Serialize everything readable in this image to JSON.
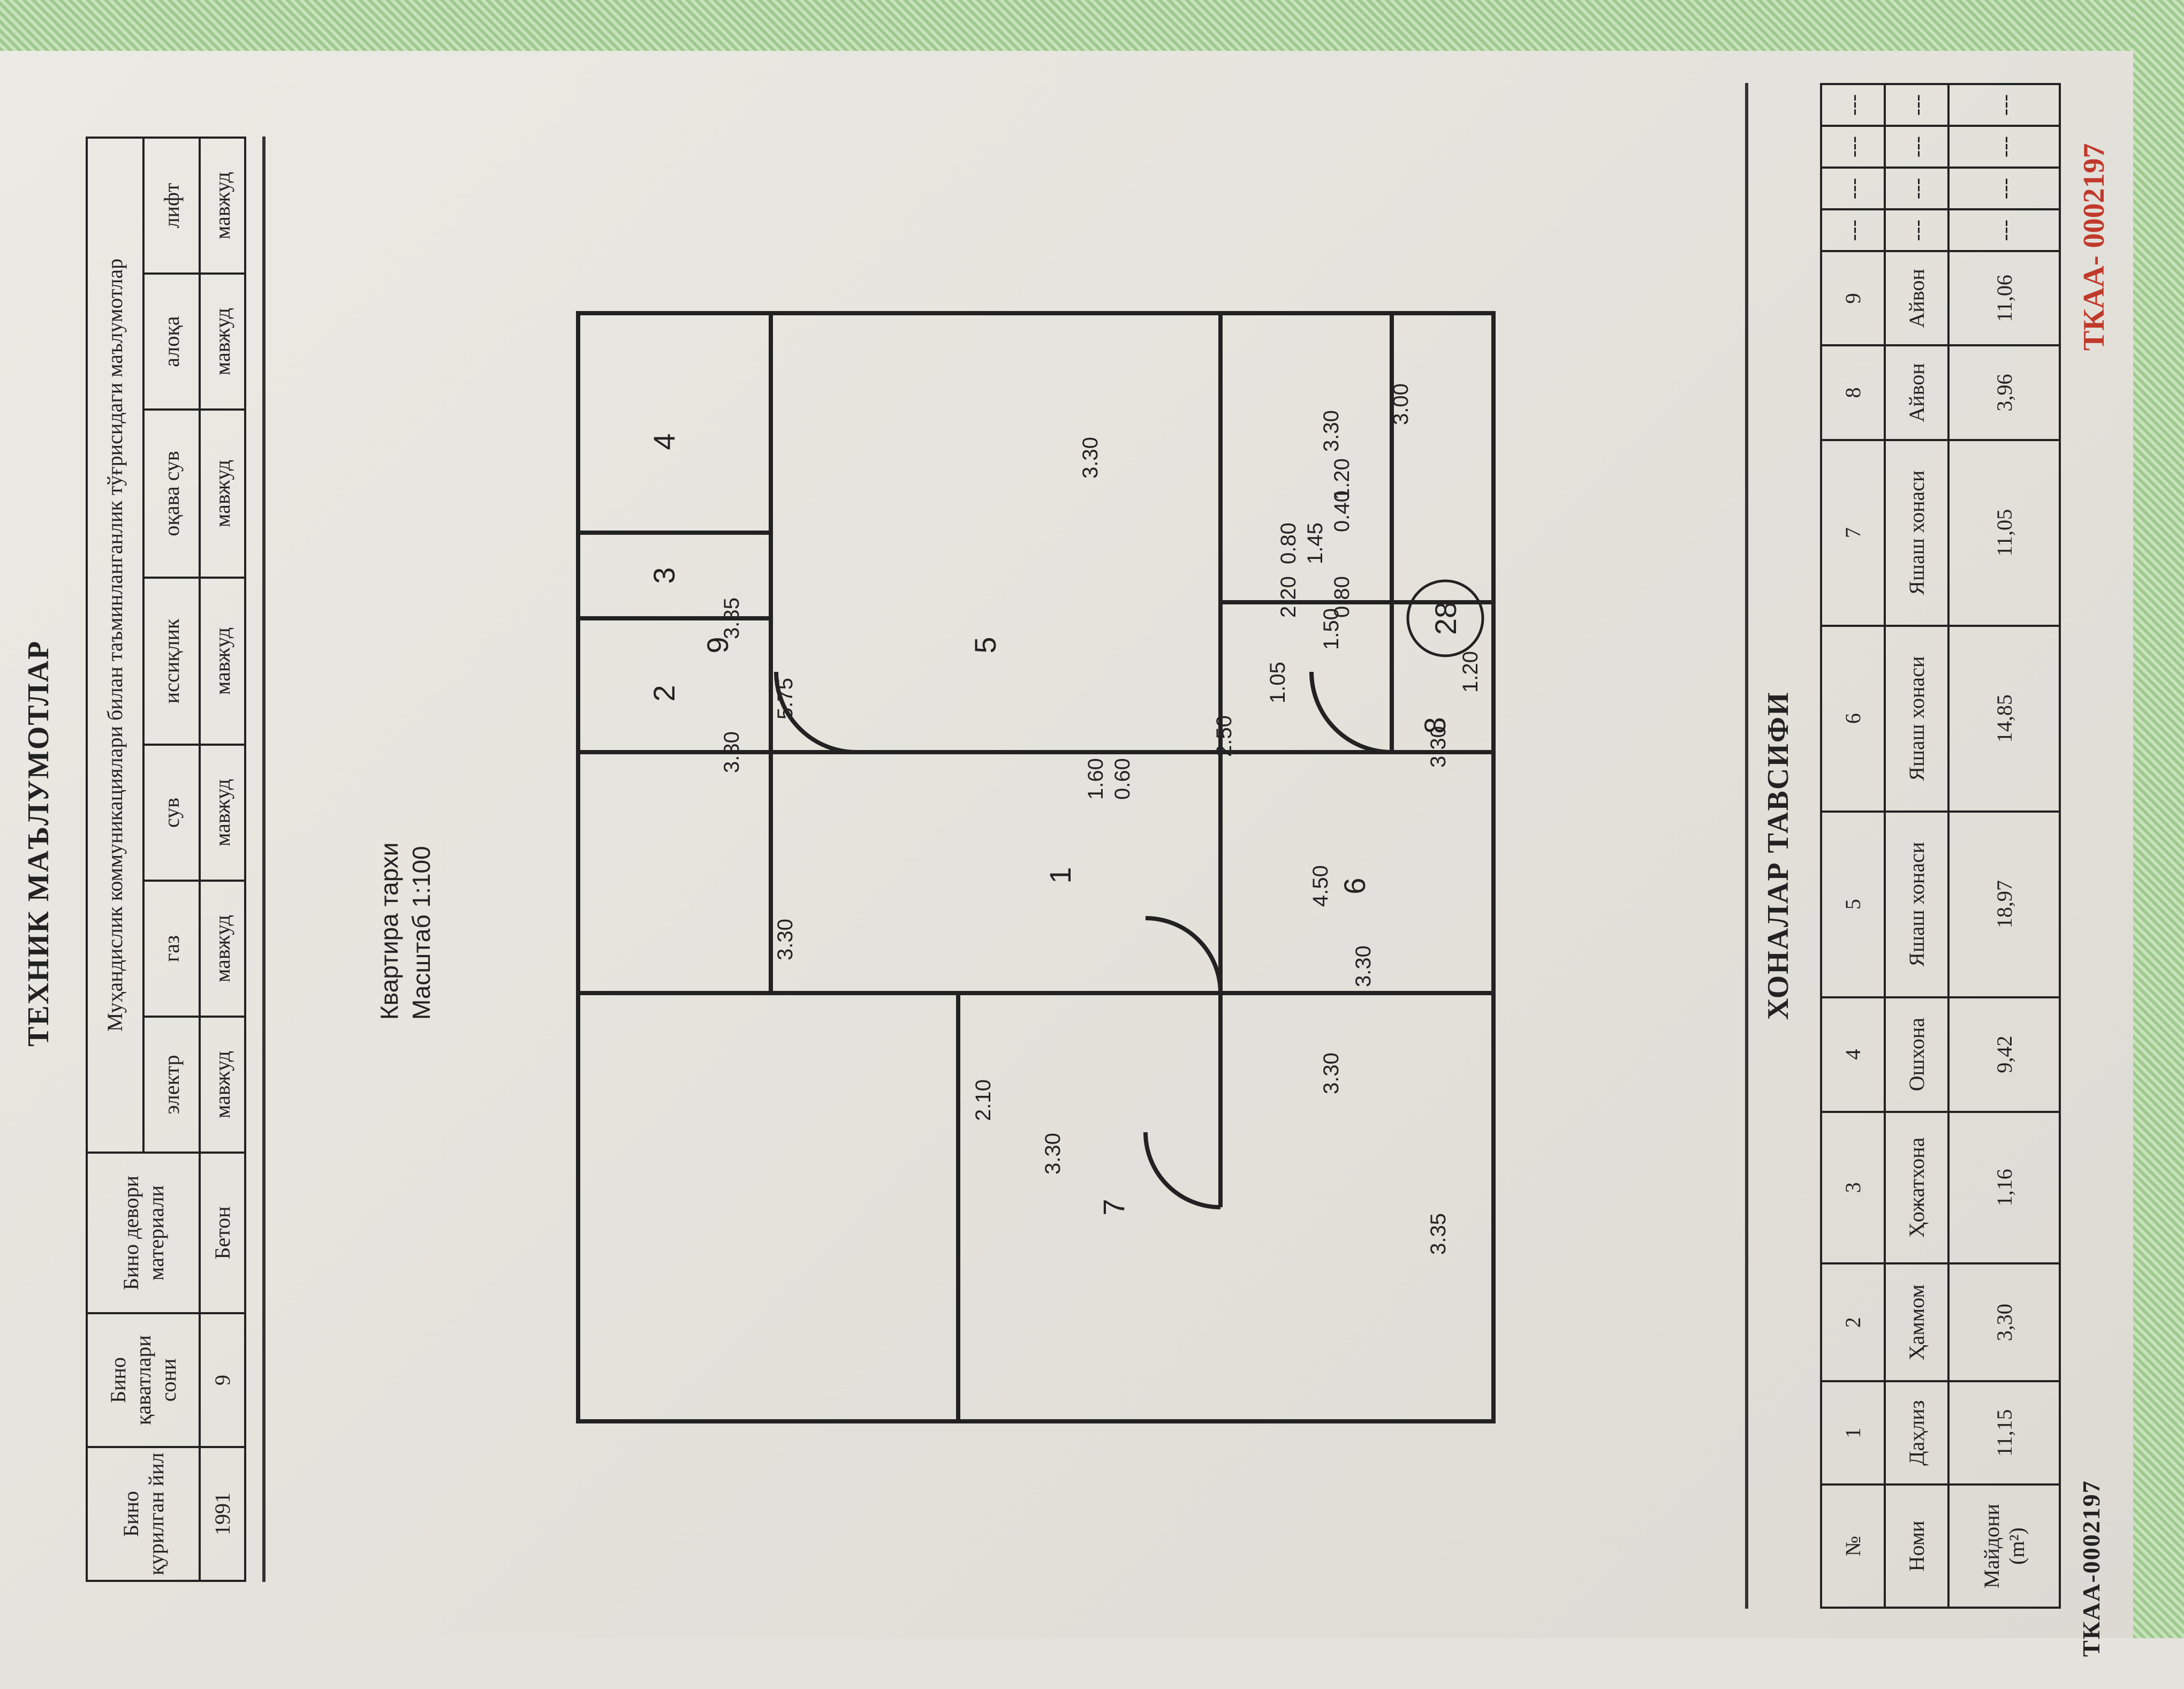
{
  "tech": {
    "heading": "ТЕХНИК МАЪЛУМОТЛАР",
    "col_year": "Бино қурилган йил",
    "col_floors": "Бино қаватлари сони",
    "col_material": "Бино девори материали",
    "comm_title": "Муҳандислик коммуникациялари билан таъминланганлик тўғрисидаги маълумотлар",
    "utilities": [
      "электр",
      "газ",
      "сув",
      "иссиқлик",
      "оқава сув",
      "алоқа",
      "лифт"
    ],
    "year": "1991",
    "floors": "9",
    "material": "Бетон",
    "utility_values": [
      "мавжуд",
      "мавжуд",
      "мавжуд",
      "мавжуд",
      "мавжуд",
      "мавжуд",
      "мавжуд"
    ]
  },
  "plan": {
    "title": "Квартира тархи",
    "scale": "Масштаб 1:100",
    "apartment_no": "28",
    "rooms": [
      "1",
      "2",
      "3",
      "4",
      "5",
      "6",
      "7",
      "8",
      "9"
    ],
    "dims": [
      "3.30",
      "2.10",
      "1.60",
      "0.60",
      "2.50",
      "1.05",
      "1.50",
      "2.20",
      "0.80",
      "1.45",
      "0.80",
      "0.40",
      "1.20",
      "3.30",
      "3.00",
      "3.30",
      "3.35",
      "3.30",
      "5.75",
      "3.30",
      "4.50",
      "3.30",
      "3.30",
      "1.20",
      "3.35",
      "3.30"
    ]
  },
  "rooms_table": {
    "heading": "ХОНАЛАР ТАВСИФИ",
    "header_no": "№",
    "header_name": "Номи",
    "header_area": "Майдони (m²)",
    "rows": [
      {
        "no": "1",
        "name": "Даҳлиз",
        "area": "11,15"
      },
      {
        "no": "2",
        "name": "Ҳаммом",
        "area": "3,30"
      },
      {
        "no": "3",
        "name": "Ҳожатхона",
        "area": "1,16"
      },
      {
        "no": "4",
        "name": "Ошхона",
        "area": "9,42"
      },
      {
        "no": "5",
        "name": "Яшаш хонаси",
        "area": "18,97"
      },
      {
        "no": "6",
        "name": "Яшаш хонаси",
        "area": "14,85"
      },
      {
        "no": "7",
        "name": "Яшаш хонаси",
        "area": "11,05"
      },
      {
        "no": "8",
        "name": "Айвон",
        "area": "3,96"
      },
      {
        "no": "9",
        "name": "Айвон",
        "area": "11,06"
      },
      {
        "no": "---",
        "name": "---",
        "area": "---"
      },
      {
        "no": "---",
        "name": "---",
        "area": "---"
      },
      {
        "no": "---",
        "name": "---",
        "area": "---"
      },
      {
        "no": "---",
        "name": "---",
        "area": "---"
      }
    ]
  },
  "serial_bottom": "ТКАА-0002197",
  "serial_stamp": "ТКАА- 0002197"
}
